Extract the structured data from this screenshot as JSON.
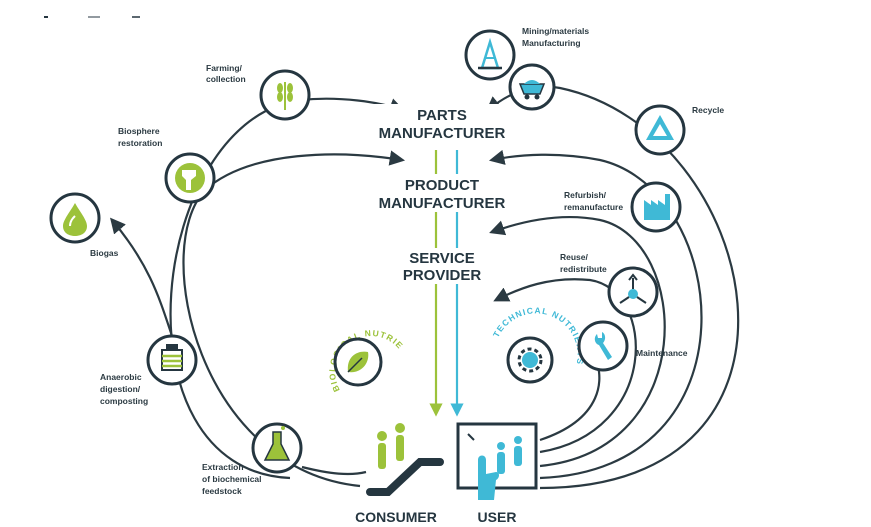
{
  "stages": {
    "parts_line1": "PARTS",
    "parts_line2": "MANUFACTURER",
    "product_line1": "PRODUCT",
    "product_line2": "MANUFACTURER",
    "service_line1": "SERVICE",
    "service_line2": "PROVIDER"
  },
  "bottom": {
    "consumer": "CONSUMER",
    "user": "USER"
  },
  "arc_labels": {
    "biological": "BIOLOGICAL NUTRIENTS",
    "technical": "TECHNICAL NUTRIENTS"
  },
  "biological_nodes": [
    {
      "label_1": "Farming/",
      "label_2": "collection",
      "icon": "wheat-icon"
    },
    {
      "label_1": "Biosphere",
      "label_2": "restoration",
      "icon": "globe-icon"
    },
    {
      "label_1": "Biogas",
      "icon": "droplet-icon"
    },
    {
      "label_1": "Anaerobic",
      "label_2": "digestion/",
      "label_3": "composting",
      "icon": "digester-icon"
    },
    {
      "label_1": "Extraction",
      "label_2": "of biochemical",
      "label_3": "feedstock",
      "icon": "flask-icon"
    }
  ],
  "technical_nodes": [
    {
      "label_1": "Mining/materials",
      "label_2": "Manufacturing",
      "icon": "mining-tower-icon"
    },
    {
      "icon": "minecart-icon"
    },
    {
      "label_1": "Recycle",
      "icon": "recycle-icon"
    },
    {
      "label_1": "Refurbish/",
      "label_2": "remanufacture",
      "icon": "factory-icon"
    },
    {
      "label_1": "Reuse/",
      "label_2": "redistribute",
      "icon": "distribute-icon"
    },
    {
      "label_1": "Maintenance",
      "icon": "wrench-icon"
    }
  ],
  "colors": {
    "dark": "#253640",
    "green": "#9cc23a",
    "teal": "#3fb9d6",
    "white": "#ffffff"
  }
}
